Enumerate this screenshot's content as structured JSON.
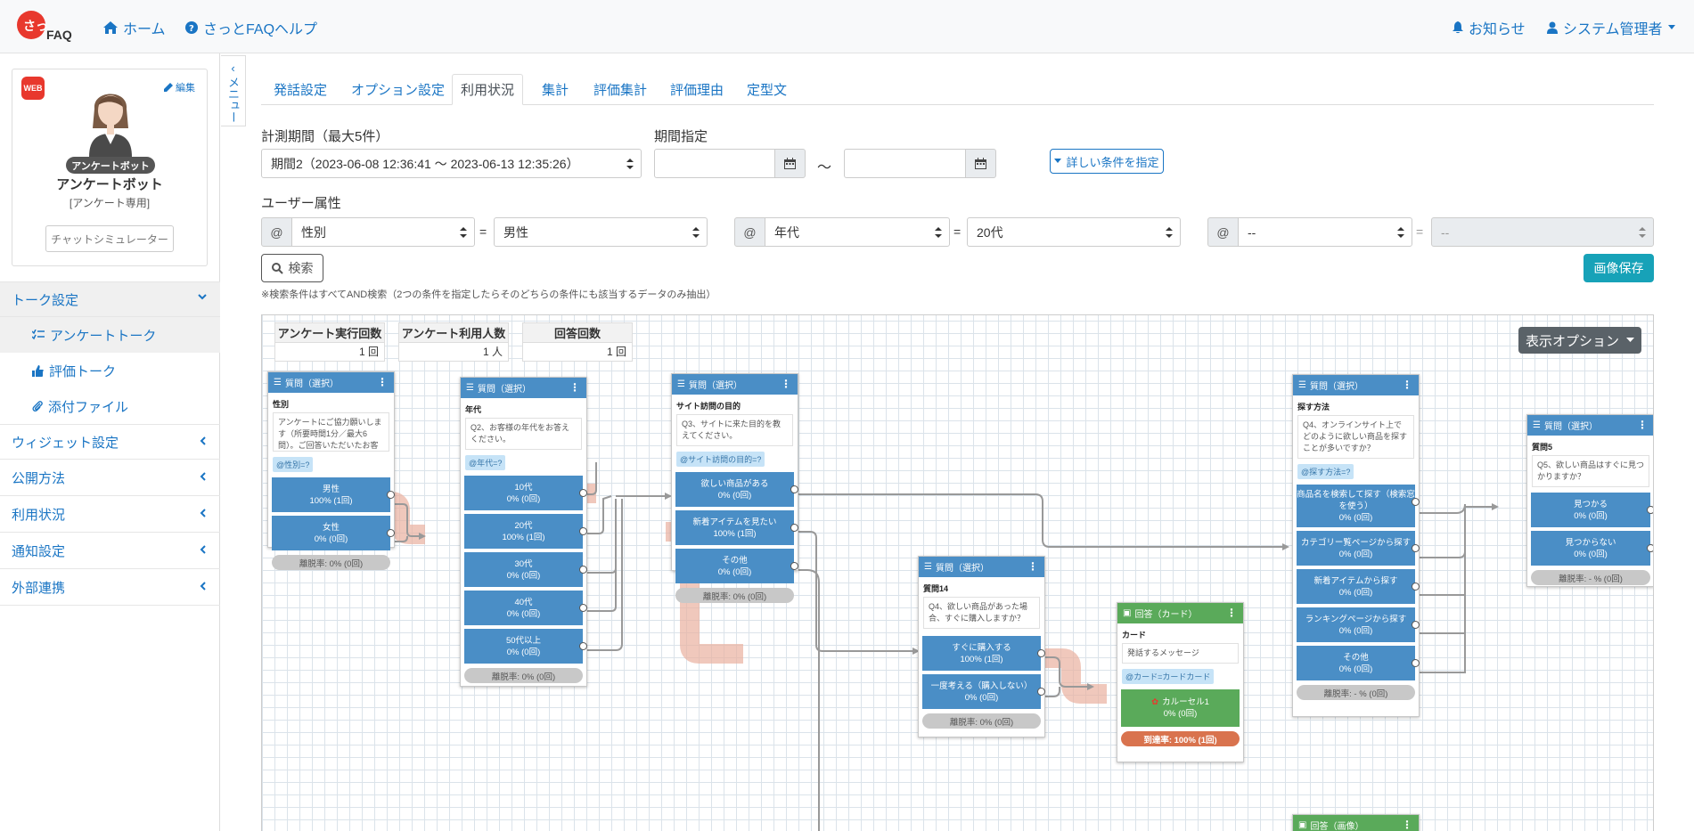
{
  "header": {
    "logo_text": "FAQ",
    "logo_kana": "さっと",
    "home": "ホーム",
    "help": "さっとFAQヘルプ",
    "notice": "お知らせ",
    "user": "システム管理者"
  },
  "sidebar": {
    "web_badge": "WEB",
    "edit": "編集",
    "bot_badge": "アンケートボット",
    "bot_name": "アンケートボット",
    "bot_sub": "[アンケート専用]",
    "simulator": "チャットシミュレーター",
    "toggle": "メニュー",
    "sections": [
      {
        "label": "トーク設定",
        "expanded": true
      },
      {
        "label": "ウィジェット設定"
      },
      {
        "label": "公開方法"
      },
      {
        "label": "利用状況"
      },
      {
        "label": "通知設定"
      },
      {
        "label": "外部連携"
      }
    ],
    "subitems": [
      "アンケートトーク",
      "評価トーク",
      "添付ファイル"
    ]
  },
  "tabs": [
    "発話設定",
    "オプション設定",
    "利用状況",
    "集計",
    "評価集計",
    "評価理由",
    "定型文"
  ],
  "active_tab": 2,
  "filters": {
    "period_label": "計測期間（最大5件）",
    "period_value": "期間2（2023-06-08 12:36:41 〜 2023-06-13 12:35:26）",
    "range_label": "期間指定",
    "tilde": "〜",
    "detail_button": "詳しい条件を指定",
    "attr_label": "ユーザー属性",
    "at": "@",
    "eq": "=",
    "attrs": [
      {
        "key": "性別",
        "value": "男性"
      },
      {
        "key": "年代",
        "value": "20代"
      },
      {
        "key": "--",
        "value": "--"
      }
    ],
    "search": "検索",
    "save_image": "画像保存",
    "note": "※検索条件はすべてAND検索（2つの条件を指定したらそのどちらの条件にも該当するデータのみ抽出）"
  },
  "stats": [
    {
      "title": "アンケート実行回数",
      "value": "1 回"
    },
    {
      "title": "アンケート利用人数",
      "value": "1 人"
    },
    {
      "title": "回答回数",
      "value": "1 回"
    }
  ],
  "display_option": "表示オプション",
  "nodes": {
    "n1": {
      "type": "質問（選択）",
      "title": "性別",
      "desc": "アンケートにご協力願いします（所要時間1分／最大6問）。ご回答いただいたお客様には…",
      "tag": "@性別=?",
      "opts": [
        [
          "男性",
          "100% (1回)"
        ],
        [
          "女性",
          "0% (0回)"
        ]
      ],
      "foot": "離脱率: 0% (0回)"
    },
    "n2": {
      "type": "質問（選択）",
      "title": "年代",
      "desc": "Q2、お客様の年代をお答えください。",
      "tag": "@年代=?",
      "opts": [
        [
          "10代",
          "0% (0回)"
        ],
        [
          "20代",
          "100% (1回)"
        ],
        [
          "30代",
          "0% (0回)"
        ],
        [
          "40代",
          "0% (0回)"
        ],
        [
          "50代以上",
          "0% (0回)"
        ]
      ],
      "foot": "離脱率: 0% (0回)"
    },
    "n3": {
      "type": "質問（選択）",
      "title": "サイト訪問の目的",
      "desc": "Q3、サイトに来た目的を教えてください。",
      "tag": "@サイト訪問の目的=?",
      "opts": [
        [
          "欲しい商品がある",
          "0% (0回)"
        ],
        [
          "新着アイテムを見たい",
          "100% (1回)"
        ],
        [
          "その他",
          "0% (0回)"
        ]
      ],
      "foot": "離脱率: 0% (0回)"
    },
    "n4": {
      "type": "質問（選択）",
      "title": "質問14",
      "desc": "Q4、欲しい商品があった場合、すぐに購入しますか？",
      "opts": [
        [
          "すぐに購入する",
          "100% (1回)"
        ],
        [
          "一度考える（購入しない）",
          "0% (0回)"
        ]
      ],
      "foot": "離脱率: 0% (0回)"
    },
    "n5": {
      "type": "回答（カード）",
      "title": "カード",
      "desc": "発話するメッセージ",
      "tag": "@カード=カードカード",
      "opts": [
        [
          "カルーセル1",
          "0% (0回)"
        ]
      ],
      "foot": "到達率: 100% (1回)"
    },
    "n6": {
      "type": "質問（選択）",
      "title": "探す方法",
      "desc": "Q4、オンラインサイト上でどのように欲しい商品を探すことが多いですか？",
      "tag": "@探す方法=?",
      "opts": [
        [
          "商品名を検索して探す（検索窓を使う）",
          "0% (0回)"
        ],
        [
          "カテゴリー覧ページから探す",
          "0% (0回)"
        ],
        [
          "新着アイテムから探す",
          "0% (0回)"
        ],
        [
          "ランキングページから探す",
          "0% (0回)"
        ],
        [
          "その他",
          "0% (0回)"
        ]
      ],
      "foot": "離脱率: - % (0回)"
    },
    "n7": {
      "type": "質問（選択）",
      "title": "質問5",
      "desc": "Q5、欲しい商品はすぐに見つかりますか？",
      "opts": [
        [
          "見つかる",
          "0% (0回)"
        ],
        [
          "見つからない",
          "0% (0回)"
        ]
      ],
      "foot": "離脱率: - % (0回)"
    },
    "n8": {
      "type": "回答（画像）"
    }
  },
  "colors": {
    "primary": "#1a75c4",
    "node": "#4a8ec6",
    "green": "#5aaa5a",
    "teal": "#17a2b8",
    "orange": "#d9734e"
  }
}
